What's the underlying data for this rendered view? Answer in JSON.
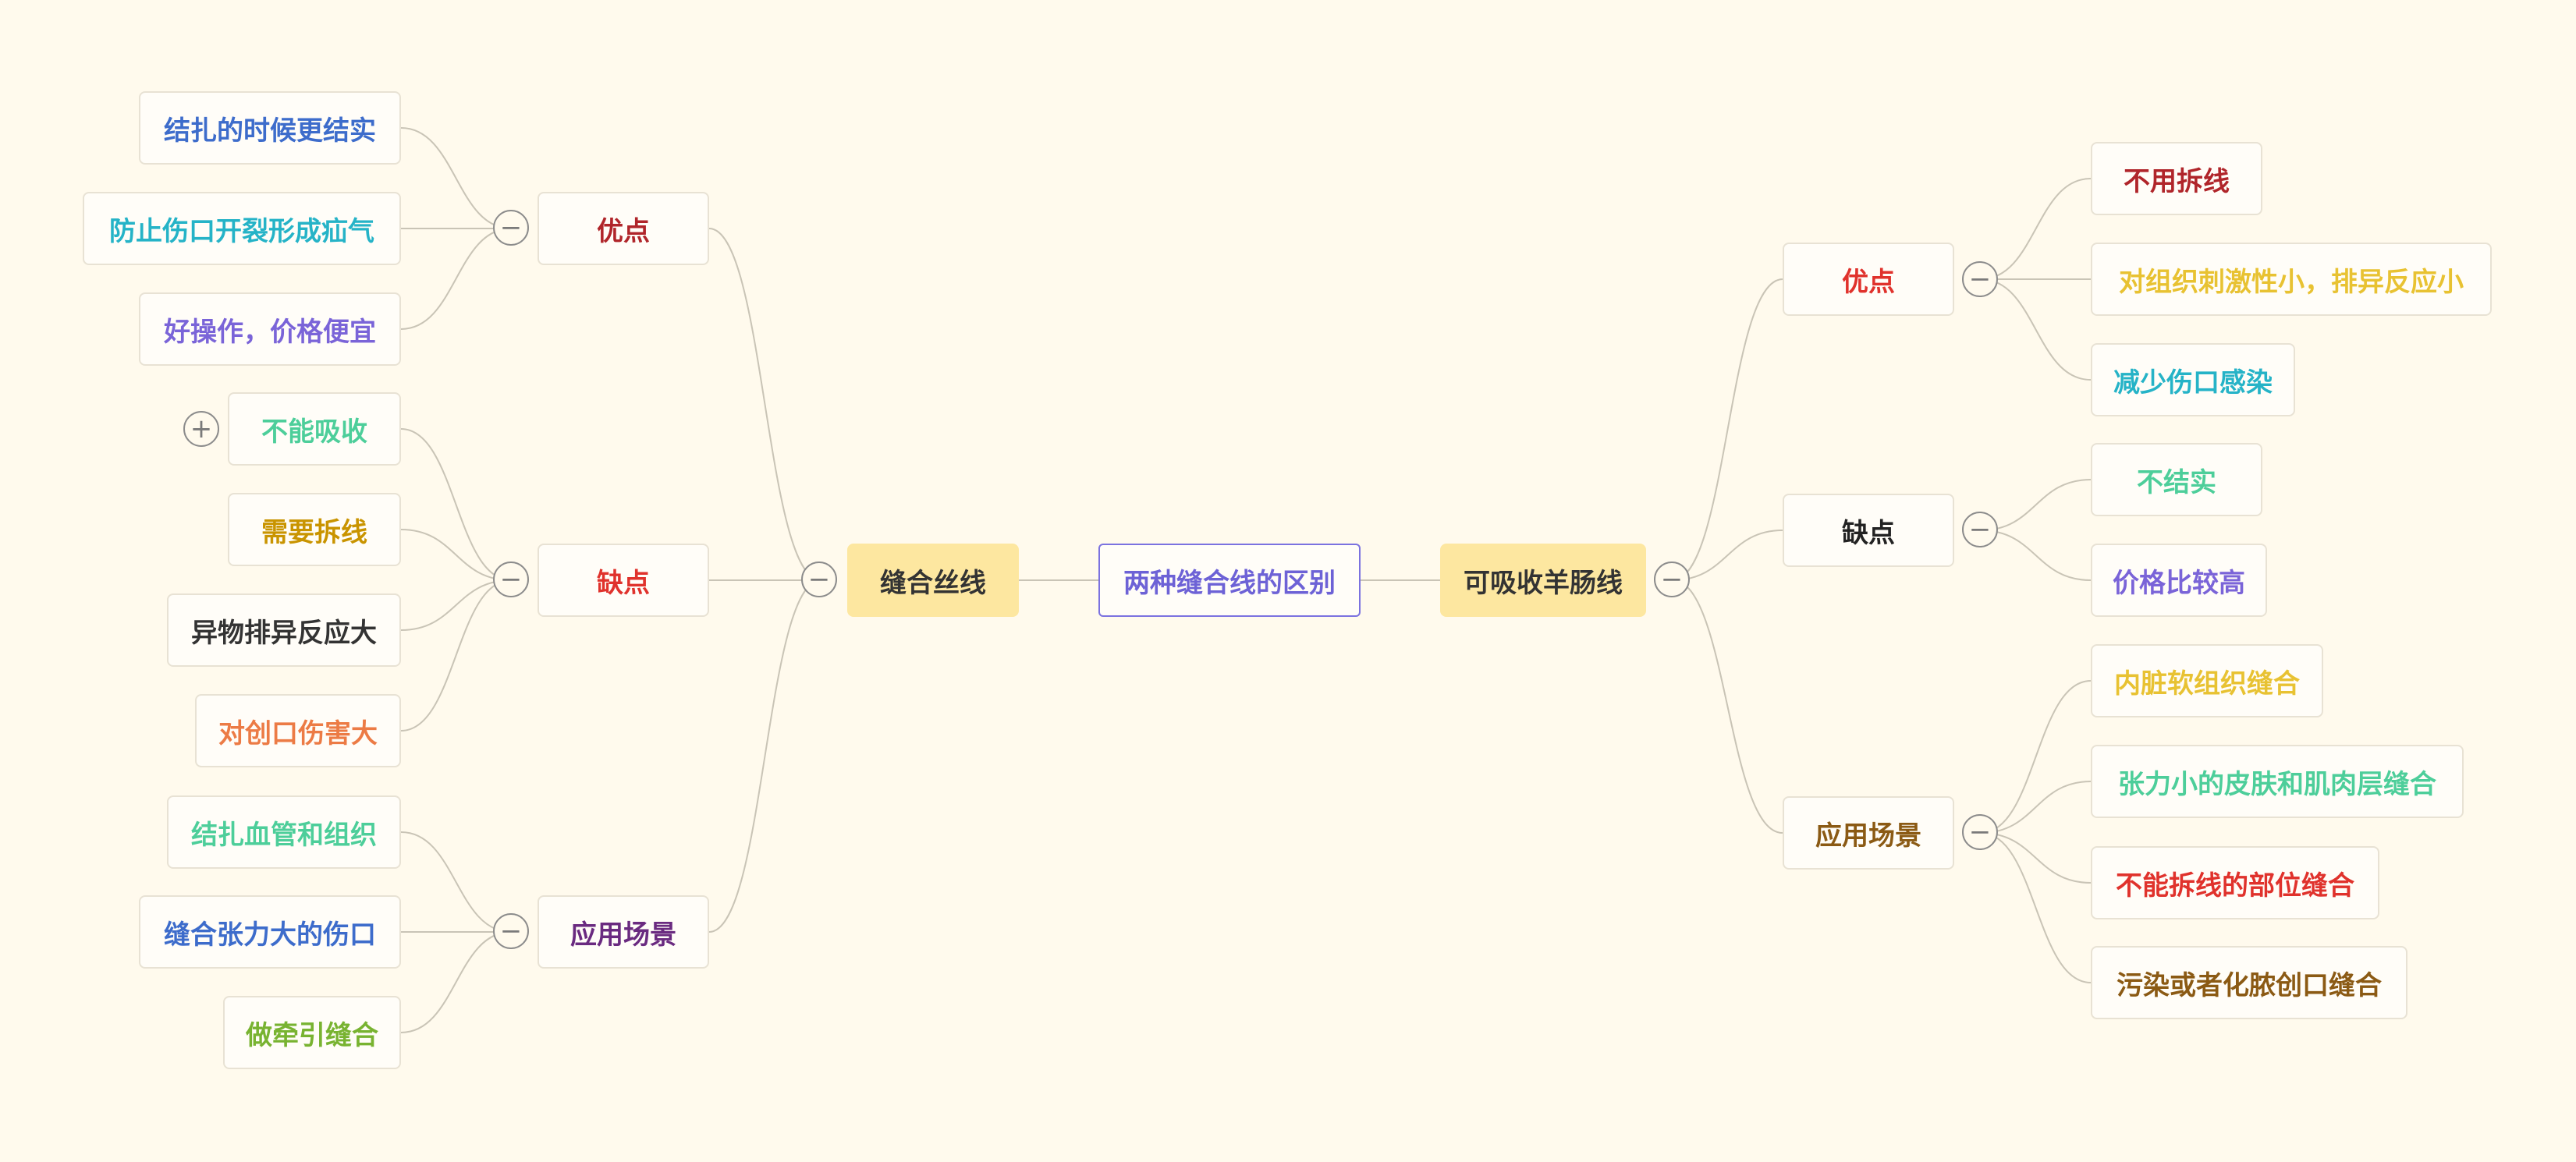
{
  "root": {
    "label": "两种缝合线的区别",
    "color": "#6d62d6"
  },
  "left": {
    "label": "缝合丝线",
    "color": "#333333",
    "groups": [
      {
        "label": "优点",
        "color": "#b0252a",
        "items": [
          {
            "label": "结扎的时候更结实",
            "color": "#3d6ccb"
          },
          {
            "label": "防止伤口开裂形成疝气",
            "color": "#25b3c7"
          },
          {
            "label": "好操作，价格便宜",
            "color": "#7a64d8"
          }
        ]
      },
      {
        "label": "缺点",
        "color": "#e0322c",
        "items": [
          {
            "label": "不能吸收",
            "color": "#4dce9a"
          },
          {
            "label": "需要拆线",
            "color": "#c99400"
          },
          {
            "label": "异物排异反应大",
            "color": "#333333"
          },
          {
            "label": "对创口伤害大",
            "color": "#ec7b45"
          }
        ]
      },
      {
        "label": "应用场景",
        "color": "#6a2a80",
        "items": [
          {
            "label": "结扎血管和组织",
            "color": "#4dce9a"
          },
          {
            "label": "缝合张力大的伤口",
            "color": "#3d6ccb"
          },
          {
            "label": "做牵引缝合",
            "color": "#78b331"
          }
        ]
      }
    ]
  },
  "right": {
    "label": "可吸收羊肠线",
    "color": "#333333",
    "groups": [
      {
        "label": "优点",
        "color": "#e0322c",
        "items": [
          {
            "label": "不用拆线",
            "color": "#b0252a"
          },
          {
            "label": "对组织刺激性小，排异反应小",
            "color": "#e8c232"
          },
          {
            "label": "减少伤口感染",
            "color": "#25b3c7"
          }
        ]
      },
      {
        "label": "缺点",
        "color": "#222222",
        "items": [
          {
            "label": "不结实",
            "color": "#4dce9a"
          },
          {
            "label": "价格比较高",
            "color": "#7a64d8"
          }
        ]
      },
      {
        "label": "应用场景",
        "color": "#8b5a14",
        "items": [
          {
            "label": "内脏软组织缝合",
            "color": "#e8c232"
          },
          {
            "label": "张力小的皮肤和肌肉层缝合",
            "color": "#4dce9a"
          },
          {
            "label": "不能拆线的部位缝合",
            "color": "#e0322c"
          },
          {
            "label": "污染或者化脓创口缝合",
            "color": "#8b5a14"
          }
        ]
      }
    ]
  },
  "toggles": {
    "collapse": "−",
    "expand": "+"
  },
  "edge_color": "#c9c4b6"
}
